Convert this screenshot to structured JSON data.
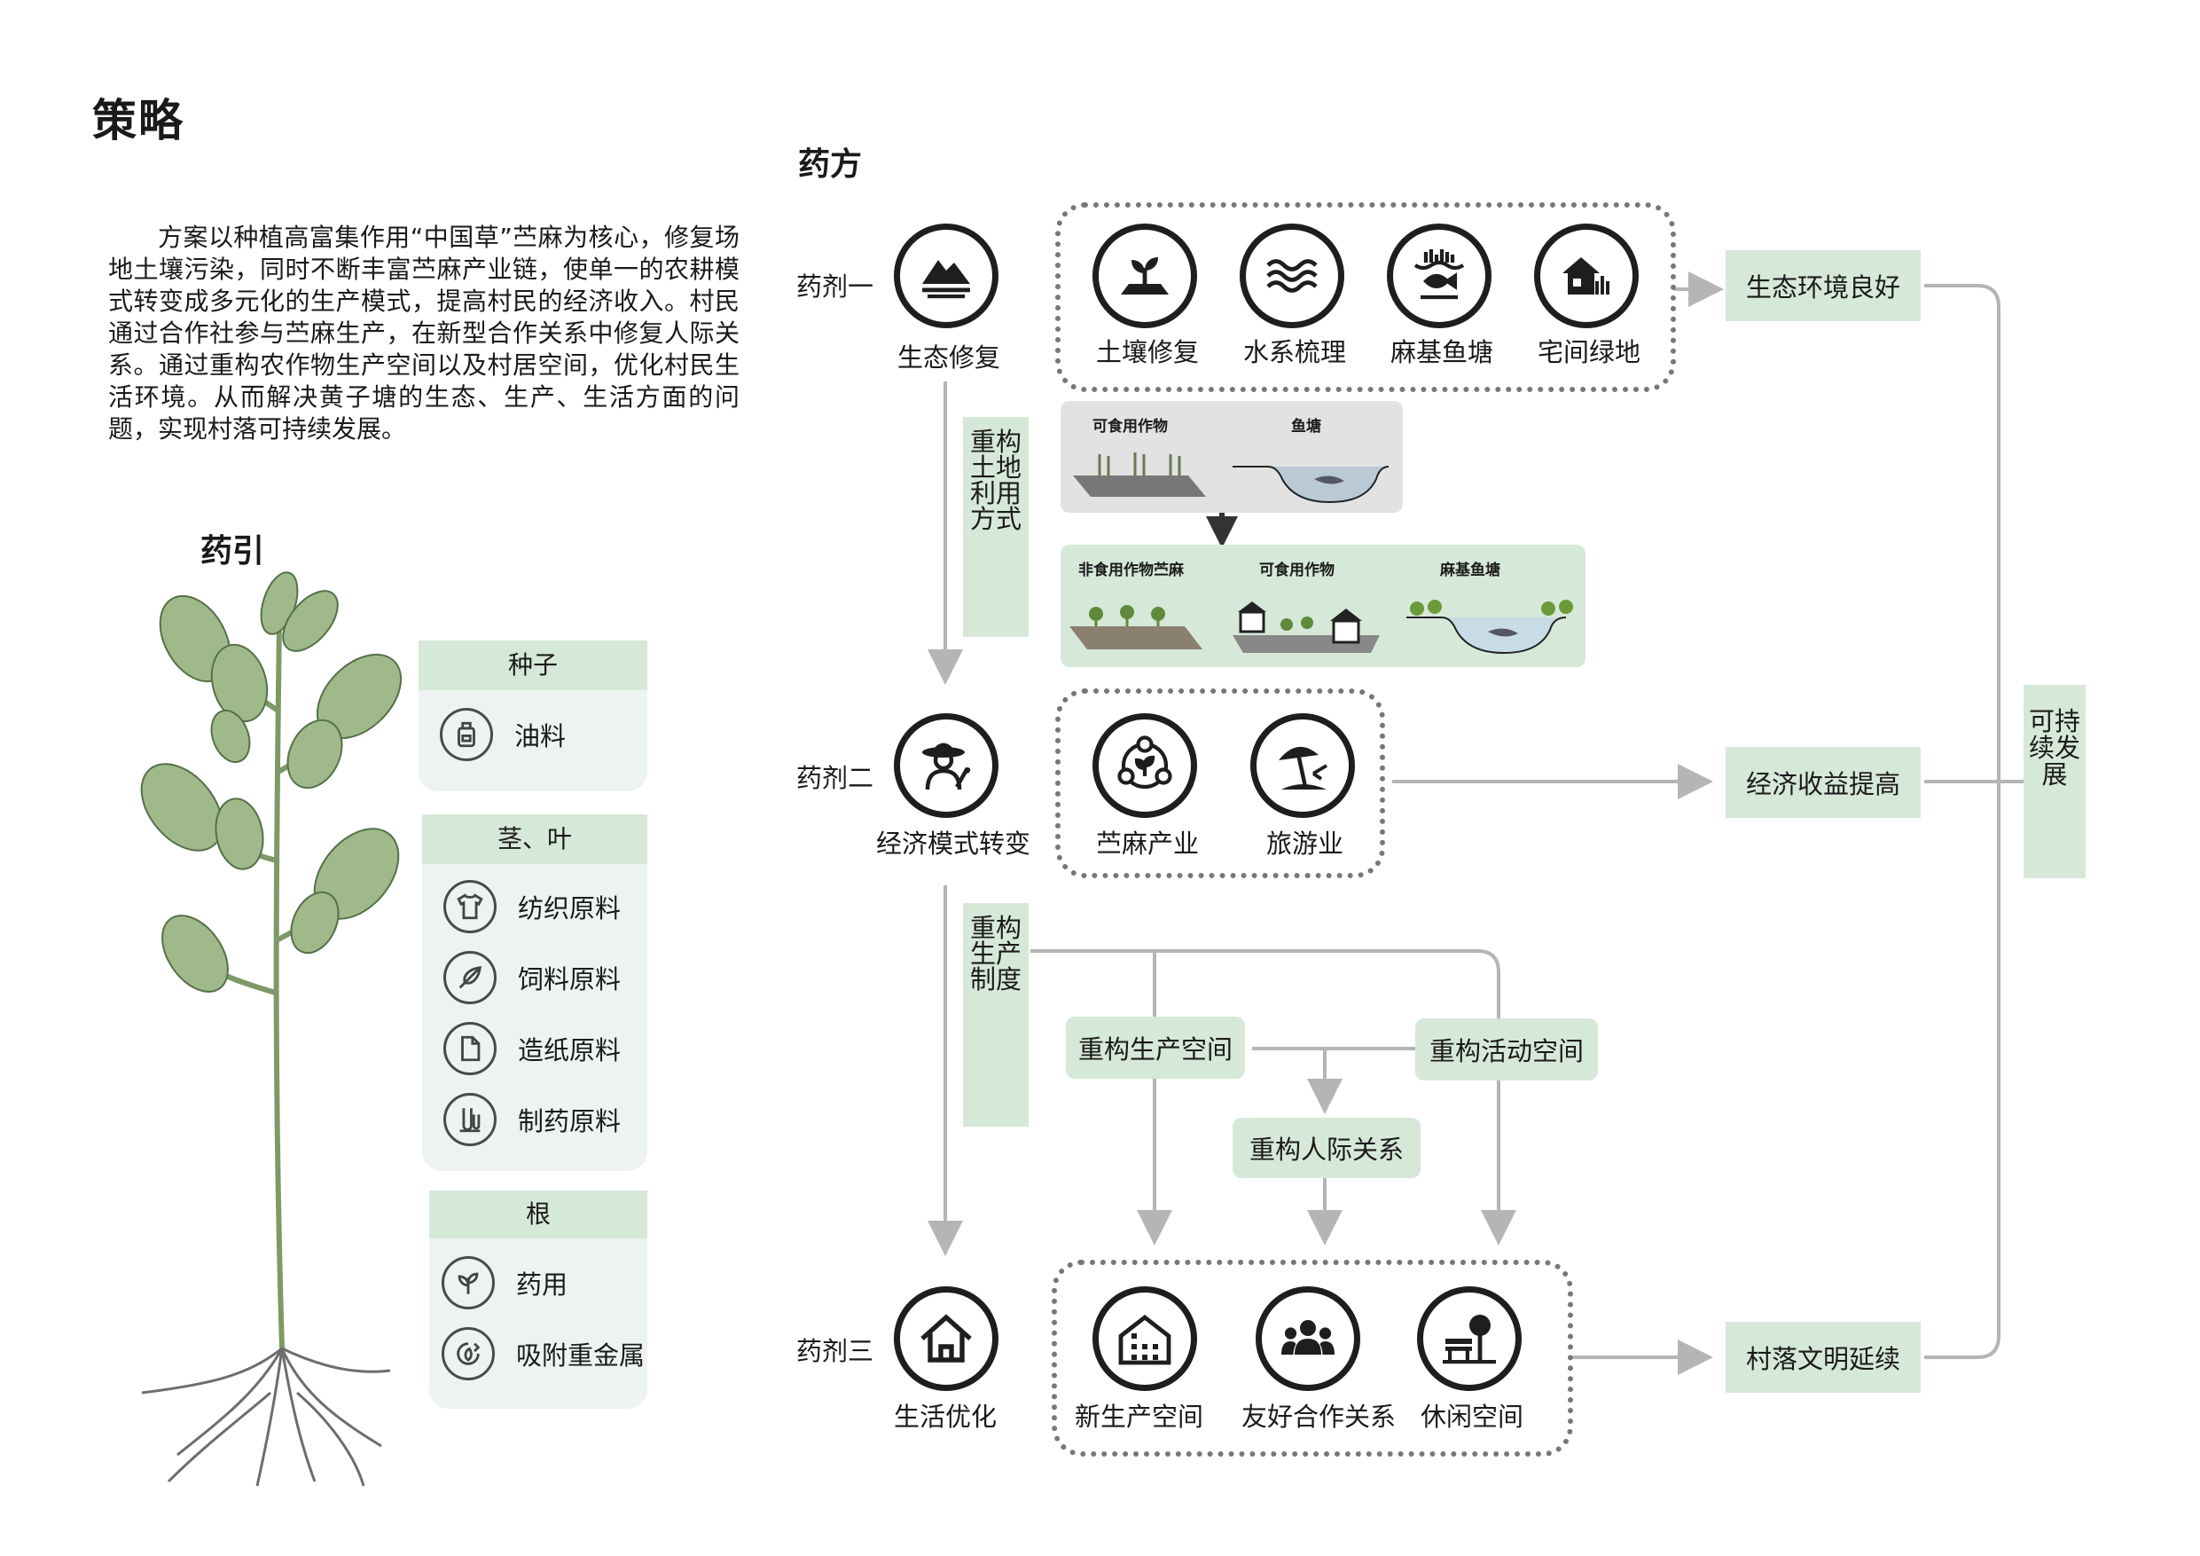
{
  "title": "策略",
  "intro": "方案以种植高富集作用“中国草”苎麻为核心，修复场地土壤污染，同时不断丰富苎麻产业链，使单一的农耕模式转变成多元化的生产模式，提高村民的经济收入。村民通过合作社参与苎麻生产，在新型合作关系中修复人际关系。通过重构农作物生产空间以及村居空间，优化村民生活环境。从而解决黄子塘的生态、生产、生活方面的问题，实现村落可持续发展。",
  "yaoyin": {
    "heading": "药引",
    "groups": [
      {
        "title": "种子",
        "items": [
          {
            "label": "油料",
            "icon": "oil-bottle-icon"
          }
        ]
      },
      {
        "title": "茎、叶",
        "items": [
          {
            "label": "纺织原料",
            "icon": "tshirt-icon"
          },
          {
            "label": "饲料原料",
            "icon": "feather-icon"
          },
          {
            "label": "造纸原料",
            "icon": "paper-icon"
          },
          {
            "label": "制药原料",
            "icon": "lab-flask-icon"
          }
        ]
      },
      {
        "title": "根",
        "items": [
          {
            "label": "药用",
            "icon": "herb-icon"
          },
          {
            "label": "吸附重金属",
            "icon": "recycle-leaf-icon"
          }
        ]
      }
    ]
  },
  "yaofang": {
    "heading": "药方",
    "agents": [
      {
        "name": "药剂一",
        "label": "生态修复",
        "icon": "mountain-water-icon",
        "items": [
          {
            "label": "土壤修复",
            "icon": "soil-sprout-icon"
          },
          {
            "label": "水系梳理",
            "icon": "water-waves-icon"
          },
          {
            "label": "麻基鱼塘",
            "icon": "fish-pond-icon"
          },
          {
            "label": "宅间绿地",
            "icon": "house-grass-icon"
          }
        ],
        "result": "生态环境良好"
      },
      {
        "name": "药剂二",
        "label": "经济模式转变",
        "icon": "farmer-icon",
        "items": [
          {
            "label": "苎麻产业",
            "icon": "industry-network-icon"
          },
          {
            "label": "旅游业",
            "icon": "beach-umbrella-icon"
          }
        ],
        "result": "经济收益提高"
      },
      {
        "name": "药剂三",
        "label": "生活优化",
        "icon": "home-icon",
        "items": [
          {
            "label": "新生产空间",
            "icon": "building-icon"
          },
          {
            "label": "友好合作关系",
            "icon": "people-group-icon"
          },
          {
            "label": "休闲空间",
            "icon": "bench-tree-icon"
          }
        ],
        "result": "村落文明延续"
      }
    ],
    "side_label_1": "重构土地利用方式",
    "side_label_2": "重构生产制度",
    "land_before": [
      "可食用作物",
      "鱼塘"
    ],
    "land_after": [
      "非食用作物苎麻",
      "可食用作物",
      "麻基鱼塘"
    ],
    "system_boxes": {
      "production": "重构生产空间",
      "activity": "重构活动空间",
      "relation": "重构人际关系"
    },
    "final": "可持续发展"
  },
  "colors": {
    "green_box": "#d6e8d8",
    "card_bg": "#ecf3f1",
    "arrow": "#b5b5b5",
    "dark": "#1e1e1e"
  }
}
